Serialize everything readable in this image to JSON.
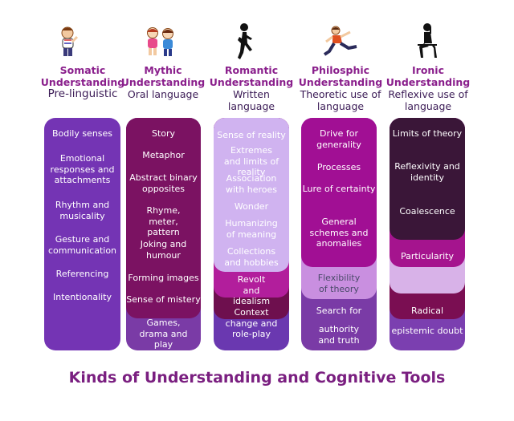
{
  "title": "Kinds of Understanding and Cognitive Tools",
  "columns": [
    {
      "name1": "Somatic",
      "name2": "Understanding",
      "sub": "Pre-linguistic",
      "icon": "child-thinking-figure",
      "items": [
        "Bodily senses",
        "Emotional responses and attachments",
        "Rhythm and musicality",
        "Gesture and communication",
        "Referencing",
        "Intentionality"
      ]
    },
    {
      "name1": "Mythic",
      "name2": "Understanding",
      "sub": "Oral language",
      "icon": "two-children-playing-figure",
      "items": [
        "Story",
        "Metaphor",
        "Abstract binary opposites",
        "Rhyme, meter, pattern",
        "Joking and humour",
        "Forming images",
        "Sense of mistery",
        "Games, drama and play"
      ]
    },
    {
      "name1": "Romantic",
      "name2": "Understanding",
      "sub": "Written language",
      "icon": "running-silhouette",
      "items": [
        "Sense of reality",
        "Extremes and limits of reality",
        "Association with heroes",
        "Wonder",
        "Humanizing of meaning",
        "Collections and hobbies",
        "Revolt and idealism",
        "Context change and role-play"
      ]
    },
    {
      "name1": "Philosphic",
      "name2": "Understanding",
      "sub": "Theoretic use of language",
      "icon": "leaping-man-figure",
      "items": [
        "Drive for generality",
        "Processes",
        "Lure of certainty",
        "General schemes and anomalies",
        "Flexibility of theory",
        "Search for",
        "authority and truth"
      ]
    },
    {
      "name1": "Ironic",
      "name2": "Understanding",
      "sub": "Reflexive use of language",
      "icon": "seated-thinker-silhouette",
      "items": [
        "Limits of theory",
        "Reflexivity and identity",
        "Coalescence",
        "Particularity",
        "Radical",
        "epistemic doubt"
      ]
    }
  ],
  "colors": {
    "somatic": "#7434b4",
    "mythic_base": "#7a3ba6",
    "mythic_main": "#7b1262",
    "romantic_base": "#6a38b0",
    "romantic_mid1": "#6e0f4e",
    "romantic_mid2": "#b21e9c",
    "romantic_top": "#d0b3f0",
    "philo_base": "#7a3ba6",
    "philo_mid": "#c98fe0",
    "philo_top": "#a10f94",
    "ironic_base": "#7b3fb0",
    "ironic_red": "#7a0e52",
    "ironic_pink": "#d8b2e8",
    "ironic_mag": "#a5148e",
    "ironic_dark": "#3a1638",
    "title": "#7a1f80"
  }
}
